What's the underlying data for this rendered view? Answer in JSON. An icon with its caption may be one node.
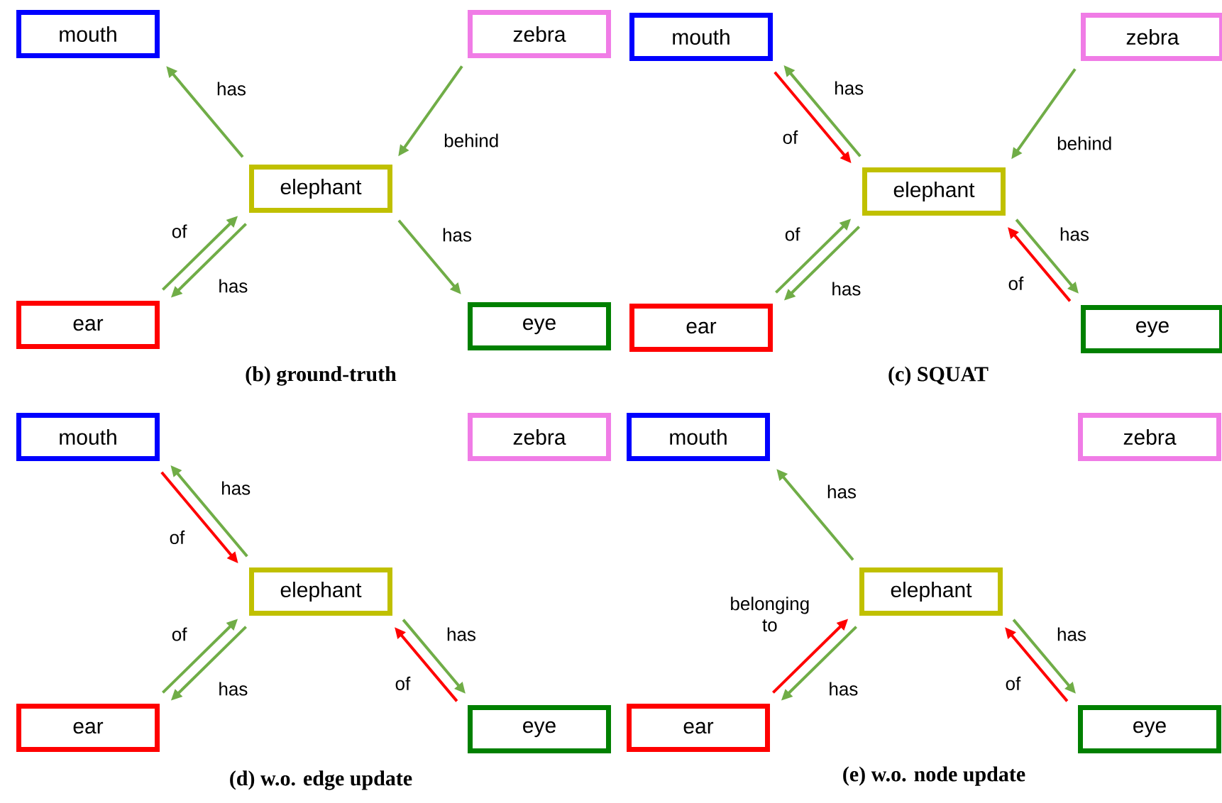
{
  "diagram": {
    "nodes": [
      {
        "text": [
          "mouth"
        ]
      },
      {
        "text": [
          "zebra"
        ]
      },
      {
        "text": [
          "elephant"
        ]
      },
      {
        "text": [
          "ear"
        ]
      },
      {
        "text": [
          "eye"
        ]
      },
      {
        "text": [
          "mouth"
        ]
      },
      {
        "text": [
          "zebra"
        ]
      },
      {
        "text": [
          "elephant"
        ]
      },
      {
        "text": [
          "ear"
        ]
      },
      {
        "text": [
          "eye"
        ]
      },
      {
        "text": [
          "mouth"
        ]
      },
      {
        "text": [
          "zebra"
        ]
      },
      {
        "text": [
          "elephant"
        ]
      },
      {
        "text": [
          "ear"
        ]
      },
      {
        "text": [
          "eye"
        ]
      },
      {
        "text": [
          "mouth"
        ]
      },
      {
        "text": [
          "zebra"
        ]
      },
      {
        "text": [
          "elephant"
        ]
      },
      {
        "text": [
          "ear"
        ]
      },
      {
        "text": [
          "eye"
        ]
      }
    ],
    "edges": [
      {
        "from": 2,
        "to": 0,
        "arrow": "to",
        "label": "has"
      },
      {
        "from": 1,
        "to": 2,
        "arrow": "to",
        "label": "behind"
      },
      {
        "from": 3,
        "to": 2,
        "arrow": "to",
        "label": "of"
      },
      {
        "from": 2,
        "to": 3,
        "arrow": "to",
        "label": "has"
      },
      {
        "from": 2,
        "to": 4,
        "arrow": "to",
        "label": "has"
      },
      {
        "from": 7,
        "to": 5,
        "arrow": "to",
        "label": "has"
      },
      {
        "from": 5,
        "to": 7,
        "arrow": "to",
        "label": "of",
        "color": "#ff0000"
      },
      {
        "from": 6,
        "to": 7,
        "arrow": "to",
        "label": "behind"
      },
      {
        "from": 8,
        "to": 7,
        "arrow": "to",
        "label": "of"
      },
      {
        "from": 7,
        "to": 8,
        "arrow": "to",
        "label": "has"
      },
      {
        "from": 7,
        "to": 9,
        "arrow": "to",
        "label": "has"
      },
      {
        "from": 9,
        "to": 7,
        "arrow": "to",
        "label": "of",
        "color": "#ff0000"
      },
      {
        "from": 12,
        "to": 10,
        "arrow": "to",
        "label": "has"
      },
      {
        "from": 10,
        "to": 12,
        "arrow": "to",
        "label": "of",
        "color": "#ff0000"
      },
      {
        "from": 13,
        "to": 12,
        "arrow": "to",
        "label": "of"
      },
      {
        "from": 12,
        "to": 13,
        "arrow": "to",
        "label": "has"
      },
      {
        "from": 12,
        "to": 14,
        "arrow": "to",
        "label": "has"
      },
      {
        "from": 14,
        "to": 12,
        "arrow": "to",
        "label": "of",
        "color": "#ff0000"
      },
      {
        "from": 17,
        "to": 15,
        "arrow": "to",
        "label": "has"
      },
      {
        "from": 18,
        "to": 17,
        "arrow": "to",
        "label": "belonging to",
        "color": "#ff0000"
      },
      {
        "from": 17,
        "to": 18,
        "arrow": "to",
        "label": "has"
      },
      {
        "from": 17,
        "to": 19,
        "arrow": "to",
        "label": "has"
      },
      {
        "from": 19,
        "to": 17,
        "arrow": "to",
        "label": "of",
        "color": "#ff0000"
      }
    ],
    "labels": [
      "(b) ground-truth",
      "(c) SQUAT",
      "(d) w.o. edge update",
      "(e) w.o. node update"
    ]
  }
}
